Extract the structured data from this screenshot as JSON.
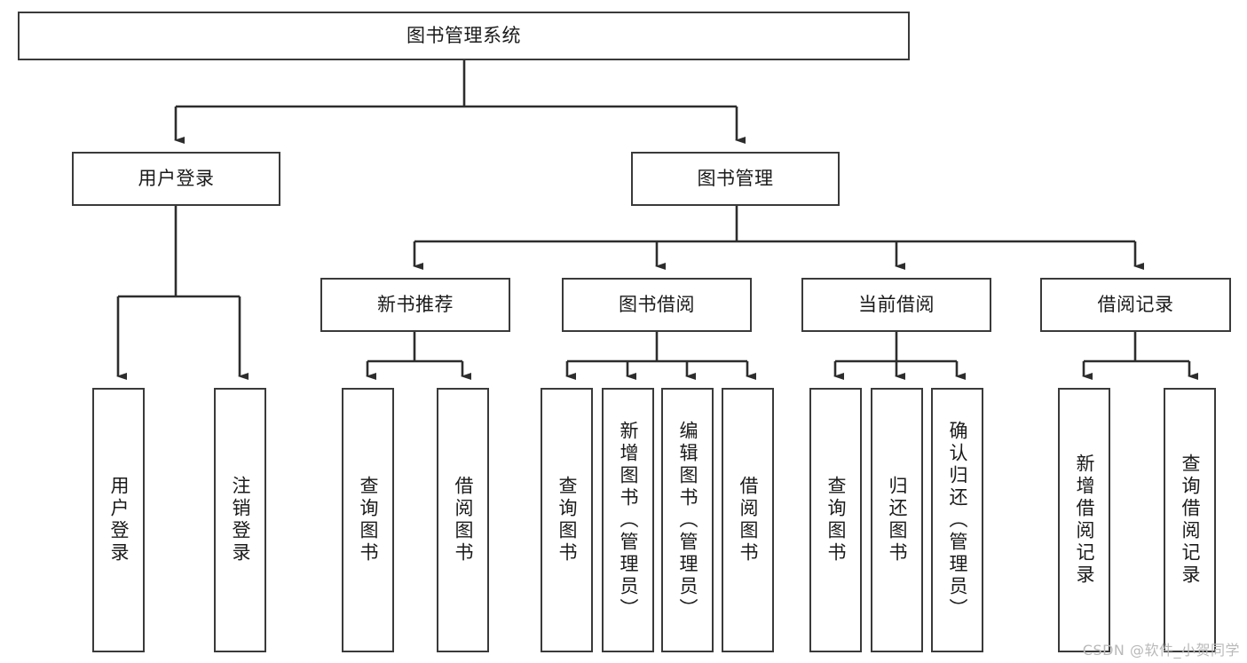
{
  "diagram": {
    "title_node": {
      "label": "图书管理系统"
    },
    "level1": [
      {
        "label": "用户登录"
      },
      {
        "label": "图书管理"
      }
    ],
    "level2": [
      {
        "label": "新书推荐"
      },
      {
        "label": "图书借阅"
      },
      {
        "label": "当前借阅"
      },
      {
        "label": "借阅记录"
      }
    ],
    "leaves": {
      "user_login": [
        {
          "label": "用户登录"
        },
        {
          "label": "注销登录"
        }
      ],
      "new_book": [
        {
          "label": "查询图书"
        },
        {
          "label": "借阅图书"
        }
      ],
      "book_borrow": [
        {
          "label": "查询图书"
        },
        {
          "label": "新增图书（管理员）"
        },
        {
          "label": "编辑图书（管理员）"
        },
        {
          "label": "借阅图书"
        }
      ],
      "current_borrow": [
        {
          "label": "查询图书"
        },
        {
          "label": "归还图书"
        },
        {
          "label": "确认归还（管理员）"
        }
      ],
      "borrow_record": [
        {
          "label": "新增借阅记录"
        },
        {
          "label": "查询借阅记录"
        }
      ]
    }
  },
  "watermark": {
    "text": "CSDN @软件_小贺同学"
  },
  "colors": {
    "border": "#3a3a3a",
    "background": "#ffffff",
    "text": "#1a1a1a",
    "watermark": "#b9b9b9"
  }
}
